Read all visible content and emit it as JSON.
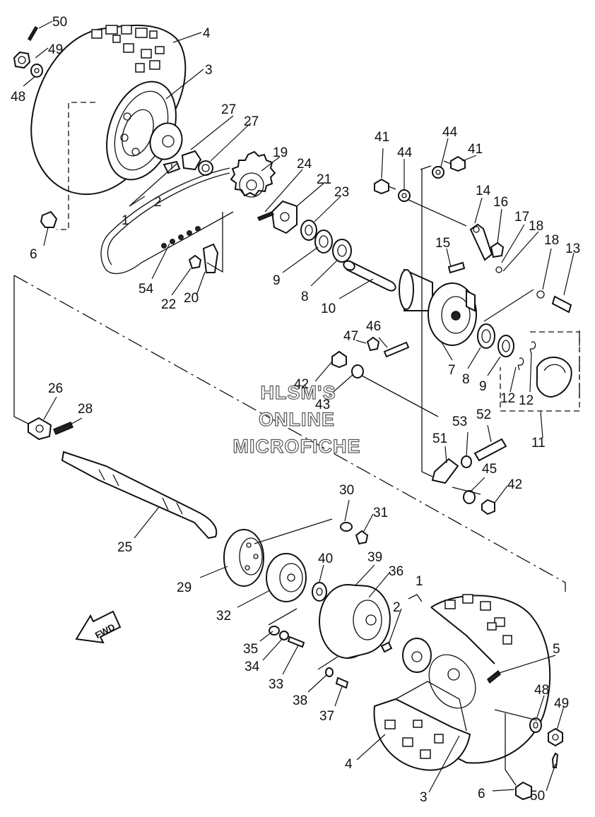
{
  "watermark": {
    "line1": "HLSM'S",
    "line2": "ONLINE",
    "line3": "MICROFICHE"
  },
  "fwd_label": "FWD",
  "callouts": [
    {
      "id": "c50a",
      "text": "50"
    },
    {
      "id": "c49a",
      "text": "49"
    },
    {
      "id": "c48a",
      "text": "48"
    },
    {
      "id": "c4a",
      "text": "4"
    },
    {
      "id": "c3a",
      "text": "3"
    },
    {
      "id": "c27a",
      "text": "27"
    },
    {
      "id": "c27b",
      "text": "27"
    },
    {
      "id": "c2a",
      "text": "2"
    },
    {
      "id": "c1a",
      "text": "1"
    },
    {
      "id": "c6a",
      "text": "6"
    },
    {
      "id": "c19",
      "text": "19"
    },
    {
      "id": "c24",
      "text": "24"
    },
    {
      "id": "c21",
      "text": "21"
    },
    {
      "id": "c23",
      "text": "23"
    },
    {
      "id": "c41a",
      "text": "41"
    },
    {
      "id": "c44a",
      "text": "44"
    },
    {
      "id": "c44b",
      "text": "44"
    },
    {
      "id": "c41b",
      "text": "41"
    },
    {
      "id": "c14",
      "text": "14"
    },
    {
      "id": "c16",
      "text": "16"
    },
    {
      "id": "c17",
      "text": "17"
    },
    {
      "id": "c18a",
      "text": "18"
    },
    {
      "id": "c18b",
      "text": "18"
    },
    {
      "id": "c13",
      "text": "13"
    },
    {
      "id": "c15",
      "text": "15"
    },
    {
      "id": "c54",
      "text": "54"
    },
    {
      "id": "c22",
      "text": "22"
    },
    {
      "id": "c20",
      "text": "20"
    },
    {
      "id": "c9a",
      "text": "9"
    },
    {
      "id": "c8a",
      "text": "8"
    },
    {
      "id": "c10",
      "text": "10"
    },
    {
      "id": "c7",
      "text": "7"
    },
    {
      "id": "c8b",
      "text": "8"
    },
    {
      "id": "c9b",
      "text": "9"
    },
    {
      "id": "c46",
      "text": "46"
    },
    {
      "id": "c47",
      "text": "47"
    },
    {
      "id": "c42a",
      "text": "42"
    },
    {
      "id": "c43",
      "text": "43"
    },
    {
      "id": "c12a",
      "text": "12"
    },
    {
      "id": "c12b",
      "text": "12"
    },
    {
      "id": "c26",
      "text": "26"
    },
    {
      "id": "c28",
      "text": "28"
    },
    {
      "id": "c53",
      "text": "53"
    },
    {
      "id": "c52",
      "text": "52"
    },
    {
      "id": "c51",
      "text": "51"
    },
    {
      "id": "c11",
      "text": "11"
    },
    {
      "id": "c45",
      "text": "45"
    },
    {
      "id": "c42b",
      "text": "42"
    },
    {
      "id": "c30",
      "text": "30"
    },
    {
      "id": "c31",
      "text": "31"
    },
    {
      "id": "c25",
      "text": "25"
    },
    {
      "id": "c40",
      "text": "40"
    },
    {
      "id": "c39",
      "text": "39"
    },
    {
      "id": "c36",
      "text": "36"
    },
    {
      "id": "c1b",
      "text": "1"
    },
    {
      "id": "c29",
      "text": "29"
    },
    {
      "id": "c2b",
      "text": "2"
    },
    {
      "id": "c32",
      "text": "32"
    },
    {
      "id": "c5",
      "text": "5"
    },
    {
      "id": "c35",
      "text": "35"
    },
    {
      "id": "c34",
      "text": "34"
    },
    {
      "id": "c33",
      "text": "33"
    },
    {
      "id": "c48b",
      "text": "48"
    },
    {
      "id": "c49b",
      "text": "49"
    },
    {
      "id": "c38",
      "text": "38"
    },
    {
      "id": "c37",
      "text": "37"
    },
    {
      "id": "c4b",
      "text": "4"
    },
    {
      "id": "c3b",
      "text": "3"
    },
    {
      "id": "c6b",
      "text": "6"
    },
    {
      "id": "c50b",
      "text": "50"
    }
  ]
}
